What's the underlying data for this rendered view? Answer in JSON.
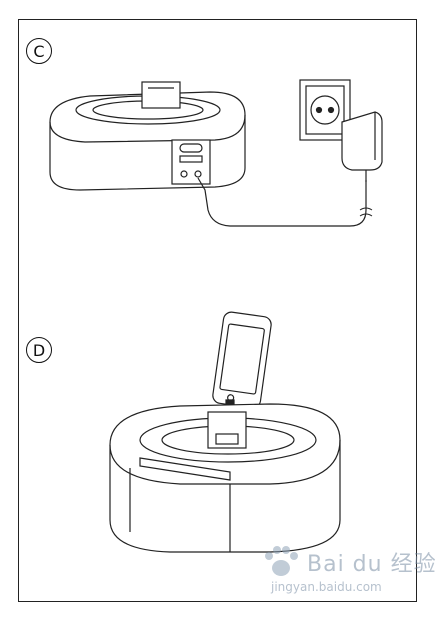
{
  "steps": {
    "c": {
      "label": "C"
    },
    "d": {
      "label": "D"
    }
  },
  "watermark": {
    "brand": "Bai du 经验",
    "url": "jingyan.baidu.com"
  },
  "icons": [
    "dock-speaker-icon",
    "power-adapter-icon",
    "wall-socket-icon",
    "smartphone-icon",
    "arrow-down-icon",
    "paw-logo-icon"
  ]
}
